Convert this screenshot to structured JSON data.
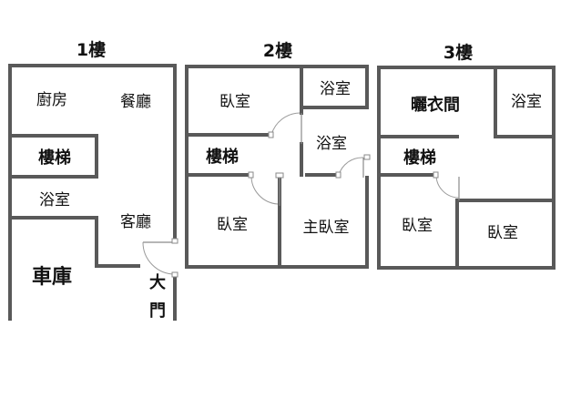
{
  "floors": [
    {
      "title": "1樓",
      "rooms": {
        "kitchen": "廚房",
        "dining": "餐廳",
        "stairs": "樓梯",
        "bath": "浴室",
        "living": "客廳",
        "garage": "車庫"
      },
      "entrance": [
        "大",
        "門"
      ]
    },
    {
      "title": "2樓",
      "rooms": {
        "bedroom_a": "臥室",
        "bath_a": "浴室",
        "bath_b": "浴室",
        "stairs": "樓梯",
        "bedroom_b": "臥室",
        "master": "主臥室"
      }
    },
    {
      "title": "3樓",
      "rooms": {
        "closet": "曬衣間",
        "bath": "浴室",
        "stairs": "樓梯",
        "bedroom_a": "臥室",
        "bedroom_b": "臥室"
      }
    }
  ]
}
